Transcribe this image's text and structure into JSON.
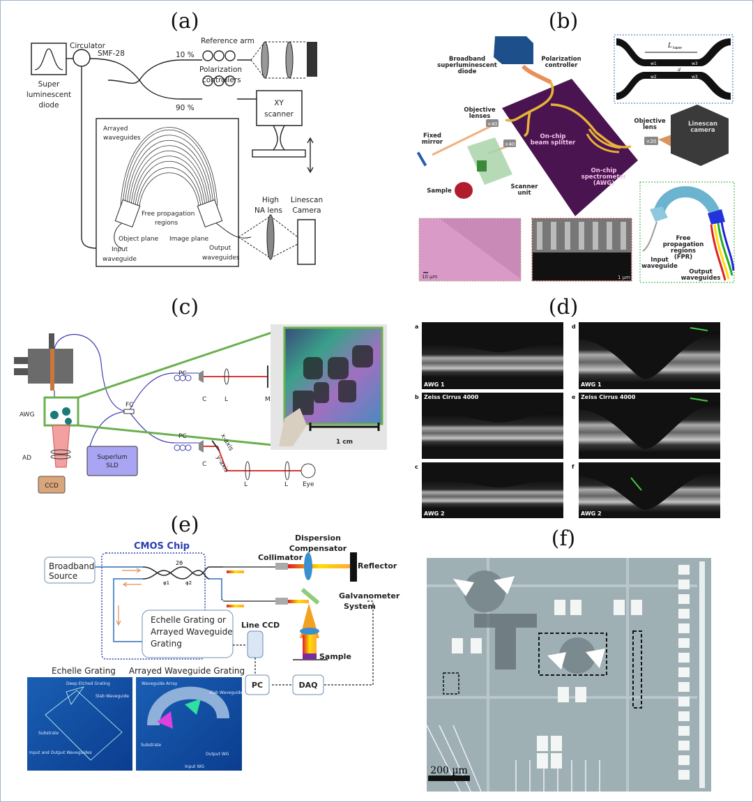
{
  "panels": {
    "a": {
      "label": "(a)",
      "circulator": "Circulator",
      "fiber": "SMF-28",
      "reference_arm": "Reference arm",
      "ratio_10": "10 %",
      "ratio_90": "90 %",
      "polarization_controllers": [
        "Polarization",
        "controllers"
      ],
      "source": [
        "Super",
        "luminescent",
        "diode"
      ],
      "scanner": [
        "XY",
        "scanner"
      ],
      "arrayed_waveguides": [
        "Arrayed",
        "waveguides"
      ],
      "free_propagation": [
        "Free propagation",
        "regions"
      ],
      "object_plane": "Object plane",
      "image_plane": "Image plane",
      "input_waveguide": [
        "Input",
        "waveguide"
      ],
      "output_waveguides": [
        "Output",
        "waveguides"
      ],
      "lens": [
        "High",
        "NA lens"
      ],
      "camera": [
        "Linescan",
        "Camera"
      ]
    },
    "b": {
      "label": "(b)",
      "source": [
        "Broadband",
        "superluminescent",
        "diode"
      ],
      "polarization": [
        "Polarization",
        "controller"
      ],
      "objective_lenses": [
        "Objective",
        "lenses"
      ],
      "mag40": "×40",
      "mag20": "×20",
      "fixed_mirror": [
        "Fixed",
        "mirror"
      ],
      "beam_splitter": [
        "On-chip",
        "beam splitter"
      ],
      "spectrometer": [
        "On-chip",
        "spectrometer",
        "(AWG)"
      ],
      "objective_lens": [
        "Objective",
        "lens"
      ],
      "camera": [
        "Linescan",
        "camera"
      ],
      "sample": "Sample",
      "scanner": [
        "Scanner",
        "unit"
      ],
      "taper_length": "L",
      "taper_sub": "taper",
      "w1": "w1",
      "w2": "w2",
      "w3": "w3",
      "w3b": "w3",
      "gap": "d",
      "scale_optical": "10 µm",
      "scale_sem": "1 µm",
      "fpr": [
        "Free",
        "propagation",
        "regions",
        "(FPR)"
      ],
      "input_waveguide": [
        "Input",
        "waveguide"
      ],
      "output_waveguides": [
        "Output",
        "waveguides"
      ]
    },
    "c": {
      "label": "(c)",
      "awg": "AWG",
      "ad": "AD",
      "ccd": "CCD",
      "source": [
        "Superlum",
        "SLD"
      ],
      "fc": "FC",
      "pc1": "PC",
      "pc2": "PC",
      "c1": "C",
      "l1": "L",
      "m": "M",
      "c2": "C",
      "l2": "L",
      "l3": "L",
      "eye": "Eye",
      "x_axis": "x-axis",
      "y_axis": "y-axis",
      "scale": "1 cm"
    },
    "d": {
      "label": "(d)",
      "images": [
        {
          "letter": "a",
          "caption": "AWG 1",
          "pos": "bottom"
        },
        {
          "letter": "b",
          "caption": "Zeiss Cirrus 4000",
          "pos": "top"
        },
        {
          "letter": "c",
          "caption": "AWG 2",
          "pos": "bottom"
        },
        {
          "letter": "d",
          "caption": "AWG 1",
          "pos": "bottom"
        },
        {
          "letter": "e",
          "caption": "Zeiss Cirrus 4000",
          "pos": "top"
        },
        {
          "letter": "f",
          "caption": "AWG 2",
          "pos": "bottom"
        }
      ]
    },
    "e": {
      "label": "(e)",
      "chip": "CMOS Chip",
      "source": [
        "Broadband",
        "Source"
      ],
      "two_theta": "2θ",
      "phi1": "φ1",
      "phi2": "φ2",
      "dispersion": [
        "Dispersion",
        "Compensator"
      ],
      "collimator": "Collimator",
      "reflector": "Reflector",
      "galvo": [
        "Galvanometer",
        "System"
      ],
      "grating_box": [
        "Echelle Grating or",
        "Arrayed Waveguide",
        "Grating"
      ],
      "line_ccd": "Line CCD",
      "sample": "Sample",
      "pc": "PC",
      "daq": "DAQ",
      "echelle_title": "Echelle Grating",
      "awg_title": "Arrayed Waveguide Grating",
      "echelle_labels": [
        "Deep Etched Grating",
        "Slab Waveguide",
        "Substrate",
        "Input and Output Waveguides"
      ],
      "awg_labels": [
        "Waveguide Array",
        "Slab Waveguide",
        "Substrate",
        "Output WG",
        "Input WG"
      ]
    },
    "f": {
      "label": "(f)",
      "scale": "200 µm"
    }
  },
  "colors": {
    "frame": "#9fb4c8",
    "chip_purple": "#4a1450",
    "waveguide_gold": "#e8b23a",
    "cmos_blue": "#2a3fb0",
    "fiber_blue": "#2d6db5",
    "sld_box": "#a9a5f2",
    "ccd_box": "#d9a57a",
    "awg_green": "#6ab04c",
    "micro_bg": "#9fb0b5"
  }
}
